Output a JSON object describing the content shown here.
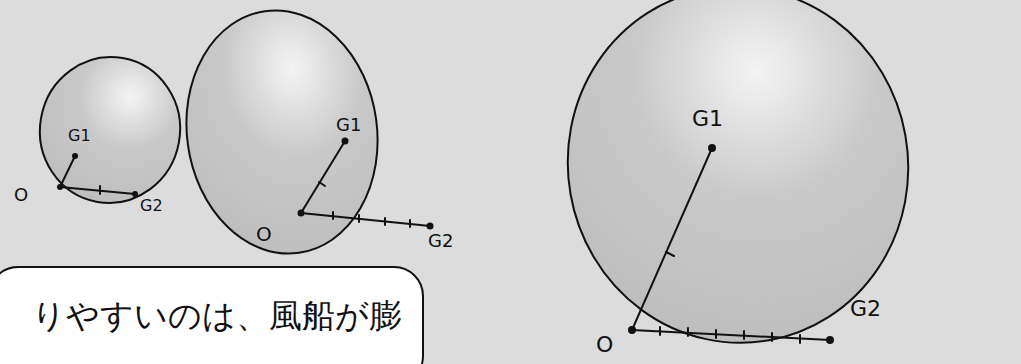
{
  "diagram": {
    "nodes": [
      {
        "text": [
          "りやすいのは、風船が膨"
        ]
      }
    ],
    "labels": [
      "G1",
      "G2",
      "O",
      "G1",
      "G2",
      "O",
      "G1",
      "G2",
      "O"
    ]
  }
}
